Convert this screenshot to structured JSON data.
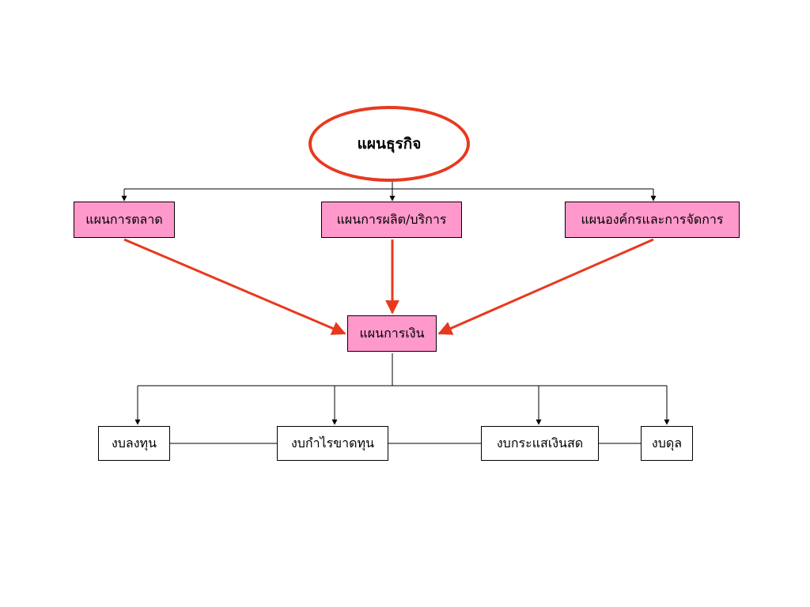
{
  "colors": {
    "accent_red": "#e8391e",
    "pink_fill": "#ff99cc",
    "line_black": "#000000",
    "background": "#ffffff"
  },
  "nodes": {
    "root": "แผนธุรกิจ",
    "marketing": "แผนการตลาด",
    "production": "แผนการผลิต/บริการ",
    "organization": "แผนองค์กรและการจัดการ",
    "finance": "แผนการเงิน",
    "investment": "งบลงทุน",
    "profit_loss": "งบกำไรขาดทุน",
    "cashflow": "งบกระแสเงินสด",
    "balance": "งบดุล"
  },
  "edges": [
    {
      "from": "root",
      "to": "marketing",
      "style": "black-arrow"
    },
    {
      "from": "root",
      "to": "production",
      "style": "black-arrow"
    },
    {
      "from": "root",
      "to": "organization",
      "style": "black-arrow"
    },
    {
      "from": "marketing",
      "to": "finance",
      "style": "red-arrow"
    },
    {
      "from": "production",
      "to": "finance",
      "style": "red-arrow"
    },
    {
      "from": "organization",
      "to": "finance",
      "style": "red-arrow"
    },
    {
      "from": "finance",
      "to": "investment",
      "style": "black-arrow"
    },
    {
      "from": "finance",
      "to": "profit_loss",
      "style": "black-arrow"
    },
    {
      "from": "finance",
      "to": "cashflow",
      "style": "black-arrow"
    },
    {
      "from": "finance",
      "to": "balance",
      "style": "black-arrow"
    },
    {
      "from": "investment",
      "to": "profit_loss",
      "style": "black-line"
    },
    {
      "from": "profit_loss",
      "to": "cashflow",
      "style": "black-line"
    },
    {
      "from": "cashflow",
      "to": "balance",
      "style": "black-line"
    }
  ]
}
